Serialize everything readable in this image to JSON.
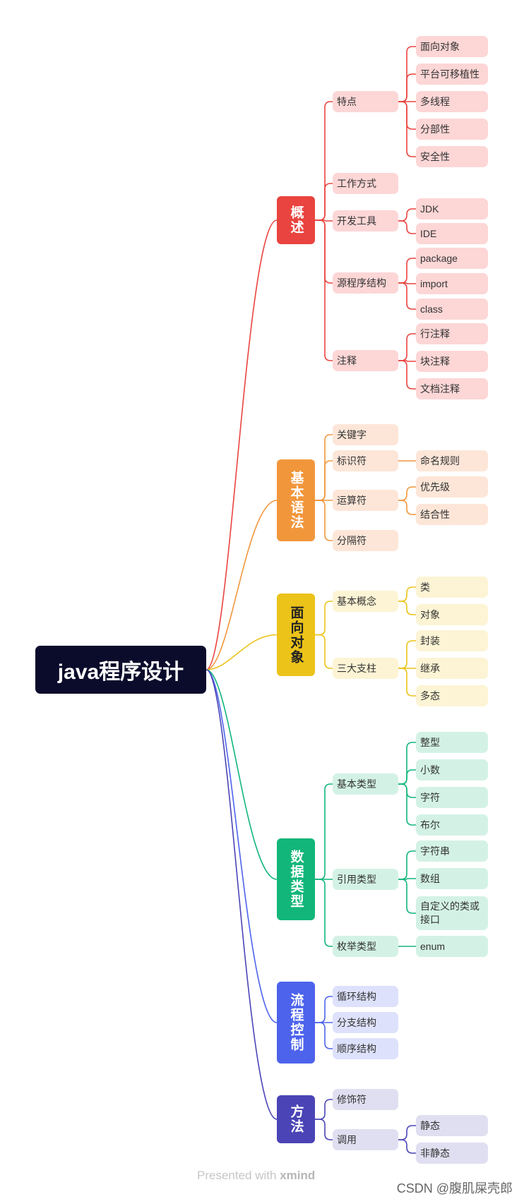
{
  "root": "java程序设计",
  "colors": {
    "red": "#e9443f",
    "orange": "#f2963b",
    "yellow": "#ebc319",
    "green": "#12b67a",
    "blue": "#4d63ec",
    "indigo": "#4a44b6"
  },
  "branches": [
    {
      "label": "概述",
      "color": "#e9443f",
      "children": [
        {
          "label": "特点",
          "children": [
            "面向对象",
            "平台可移植性",
            "多线程",
            "分部性",
            "安全性"
          ]
        },
        {
          "label": "工作方式",
          "children": []
        },
        {
          "label": "开发工具",
          "children": [
            "JDK",
            "IDE"
          ]
        },
        {
          "label": "源程序结构",
          "children": [
            "package",
            "import",
            "class"
          ]
        },
        {
          "label": "注释",
          "children": [
            "行注释",
            "块注释",
            "文档注释"
          ]
        }
      ]
    },
    {
      "label": "基本语法",
      "color": "#f2963b",
      "children": [
        {
          "label": "关键字",
          "children": []
        },
        {
          "label": "标识符",
          "children": [
            "命名规则"
          ]
        },
        {
          "label": "运算符",
          "children": [
            "优先级",
            "结合性"
          ]
        },
        {
          "label": "分隔符",
          "children": []
        }
      ]
    },
    {
      "label": "面向对象",
      "color": "#ebc319",
      "children": [
        {
          "label": "基本概念",
          "children": [
            "类",
            "对象"
          ]
        },
        {
          "label": "三大支柱",
          "children": [
            "封装",
            "继承",
            "多态"
          ]
        }
      ]
    },
    {
      "label": "数据类型",
      "color": "#12b67a",
      "children": [
        {
          "label": "基本类型",
          "children": [
            "整型",
            "小数",
            "字符",
            "布尔"
          ]
        },
        {
          "label": "引用类型",
          "children": [
            "字符串",
            "数组",
            "自定义的类或接口"
          ]
        },
        {
          "label": "枚举类型",
          "children": [
            "enum"
          ]
        }
      ]
    },
    {
      "label": "流程控制",
      "color": "#4d63ec",
      "children": [
        {
          "label": "循环结构",
          "children": []
        },
        {
          "label": "分支结构",
          "children": []
        },
        {
          "label": "顺序结构",
          "children": []
        }
      ]
    },
    {
      "label": "方法",
      "color": "#4a44b6",
      "children": [
        {
          "label": "修饰符",
          "children": []
        },
        {
          "label": "调用",
          "children": [
            "静态",
            "非静态"
          ]
        }
      ]
    }
  ],
  "footer": {
    "prefix": "Presented with ",
    "brand": "xmind"
  },
  "watermark": "CSDN @腹肌屎壳郎"
}
